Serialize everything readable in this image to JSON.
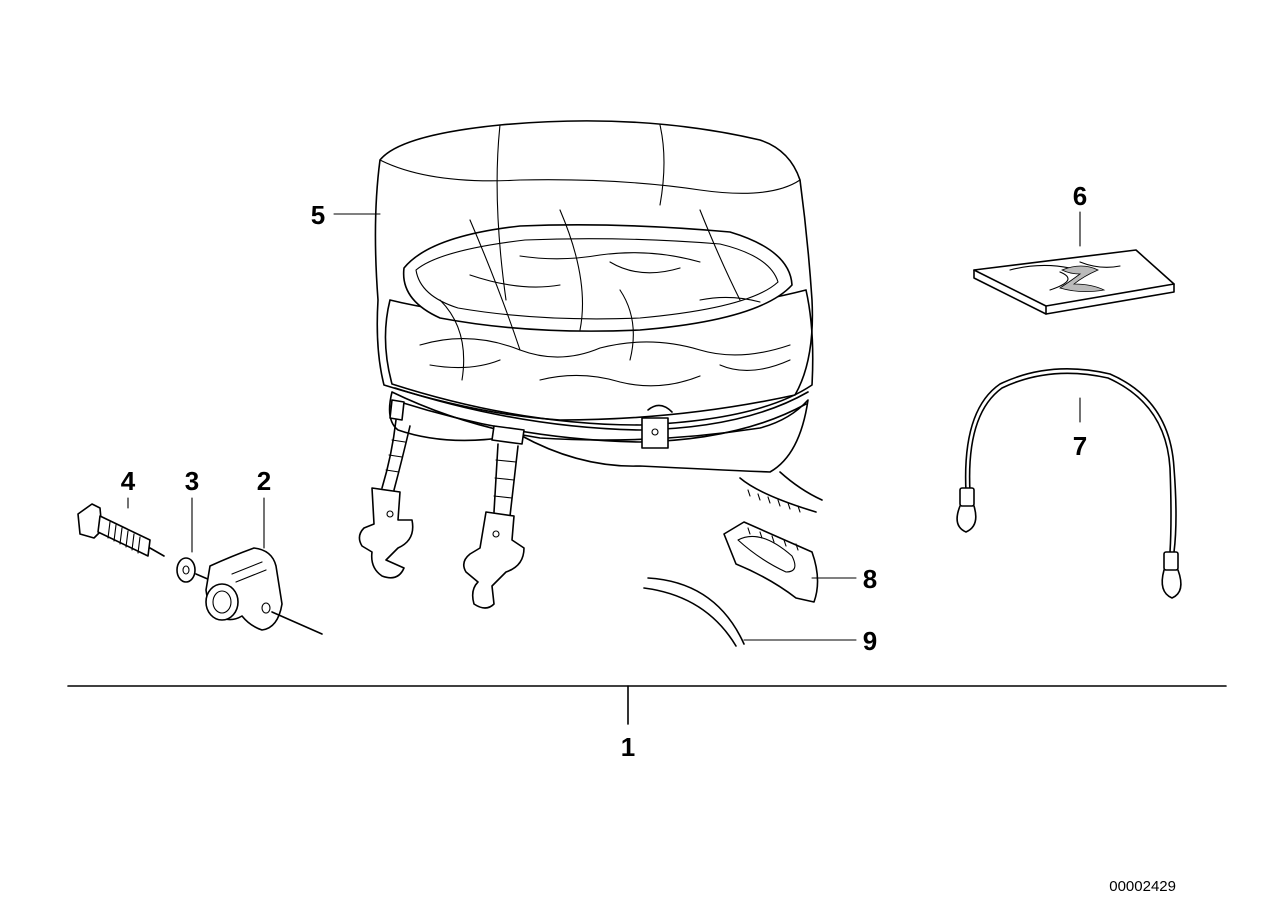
{
  "labels": {
    "p1": "1",
    "p2": "2",
    "p3": "3",
    "p4": "4",
    "p5": "5",
    "p6": "6",
    "p7": "7",
    "p8": "8",
    "p9": "9"
  },
  "document_id": "00002429"
}
